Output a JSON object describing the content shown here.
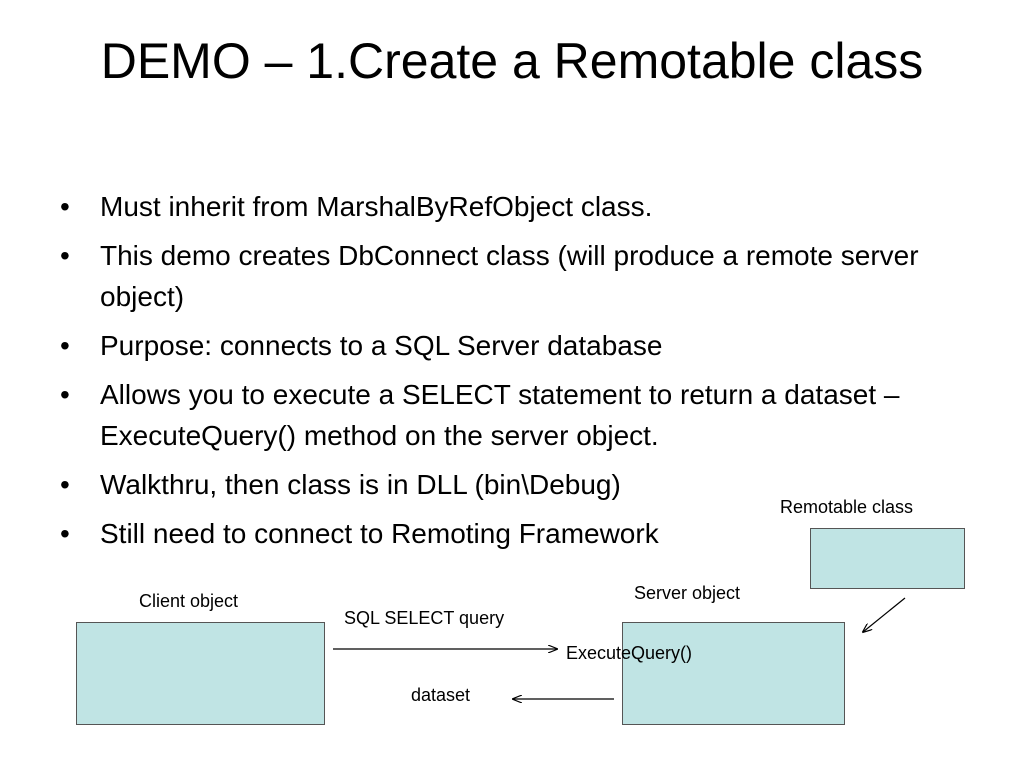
{
  "title": "DEMO – 1.Create a Remotable class",
  "bullet_symbol": "•",
  "bullets": [
    "Must inherit from MarshalByRefObject class.",
    "This demo creates DbConnect class (will produce a remote server object)",
    "Purpose: connects to a SQL Server database",
    "Allows you to execute a SELECT statement to return a dataset – ExecuteQuery() method on the server object.",
    "Walkthru, then class is in DLL (bin\\Debug)",
    "Still need to connect to Remoting Framework"
  ],
  "diagram": {
    "box_color": "#c0e4e4",
    "client_label": "Client object",
    "server_label": "Server object",
    "remotable_label": "Remotable class",
    "query_label": "SQL SELECT query",
    "method_label": "ExecuteQuery()",
    "dataset_label": "dataset"
  }
}
